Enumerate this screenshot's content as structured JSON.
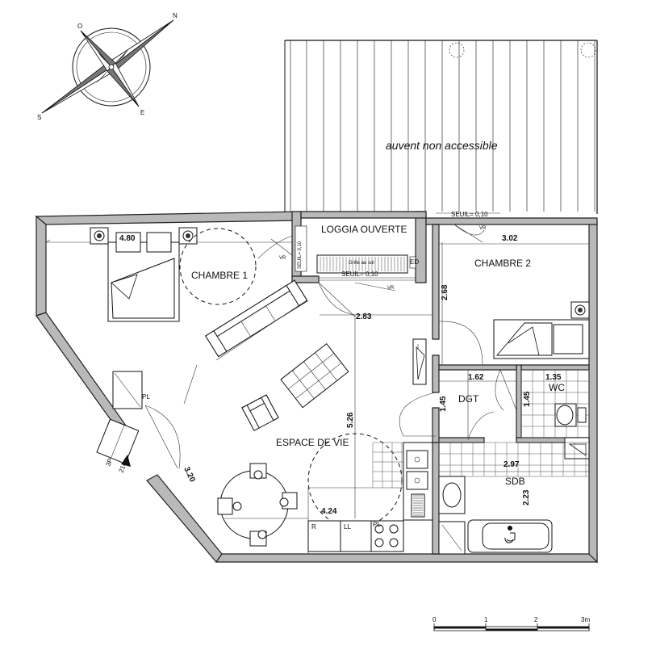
{
  "compass": {
    "north": "N",
    "west": "O",
    "south": "S",
    "east": "E"
  },
  "rooms": {
    "awning": "auvent non accessible",
    "loggia": "LOGGIA OUVERTE",
    "bedroom1": "CHAMBRE 1",
    "bedroom2": "CHAMBRE 2",
    "living": "ESPACE DE VIE",
    "hallway": "DGT",
    "wc": "WC",
    "bathroom": "SDB"
  },
  "labels": {
    "threshold_loggia": "SEUIL= 0,10",
    "threshold_bedroom2": "SEUIL= 0,10",
    "threshold_side": "SEUIL= 0,10",
    "grille": "Grille au sol",
    "ed": "ED",
    "vr1": "VR",
    "vr2": "VR",
    "vr3": "VR",
    "pl1": "PL",
    "pl2": "PL",
    "fridge": "R",
    "dishwasher": "LL",
    "lot_code": "3P",
    "lot_number": "214"
  },
  "dimensions": {
    "bedroom1_width": "4.80",
    "bedroom2_width": "3.02",
    "living_width_top": "2.83",
    "bedroom2_height": "2.68",
    "living_height": "5.26",
    "hall_width": "1.62",
    "wc_width": "1.35",
    "hall_height": "1.45",
    "wc_height": "1.45",
    "sdb_width": "2.97",
    "sdb_height": "2.23",
    "kitchen_width": "4.24",
    "diag_wall": "3.20"
  },
  "scale": {
    "ticks": [
      "0",
      "1",
      "2",
      "3m"
    ]
  }
}
